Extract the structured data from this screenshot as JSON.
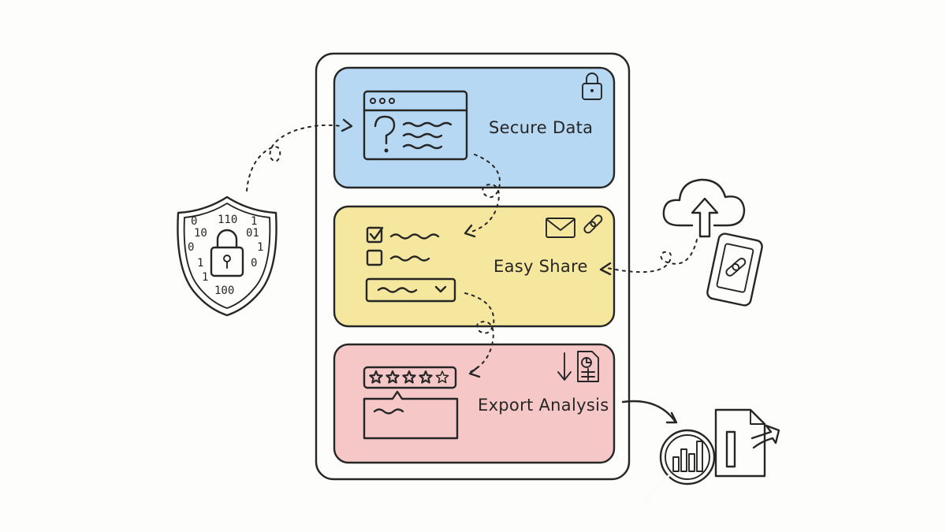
{
  "panels": [
    {
      "label": "Secure Data",
      "fill": "#b7d8f2"
    },
    {
      "label": "Easy Share",
      "fill": "#f5e79e"
    },
    {
      "label": "Export Analysis",
      "fill": "#f5c7c7"
    }
  ],
  "shield": {
    "binary": [
      "0",
      "110",
      "1",
      "10",
      "01",
      "0",
      "1",
      "1",
      "0",
      "1",
      "100"
    ]
  },
  "icons": {
    "panel1": [
      "lock-icon",
      "browser-window-icon",
      "question-mark-icon"
    ],
    "panel2": [
      "envelope-icon",
      "link-icon",
      "checkbox-checked-icon",
      "checkbox-empty-icon",
      "dropdown-icon"
    ],
    "panel3": [
      "download-arrow-icon",
      "spreadsheet-chart-icon",
      "star-rating-icon",
      "comment-box-icon"
    ],
    "external": [
      "binary-shield-lock-icon",
      "cloud-upload-icon",
      "phone-link-icon",
      "magnifier-chart-export-icon"
    ]
  },
  "star_rating": {
    "filled": 4,
    "total": 5
  }
}
